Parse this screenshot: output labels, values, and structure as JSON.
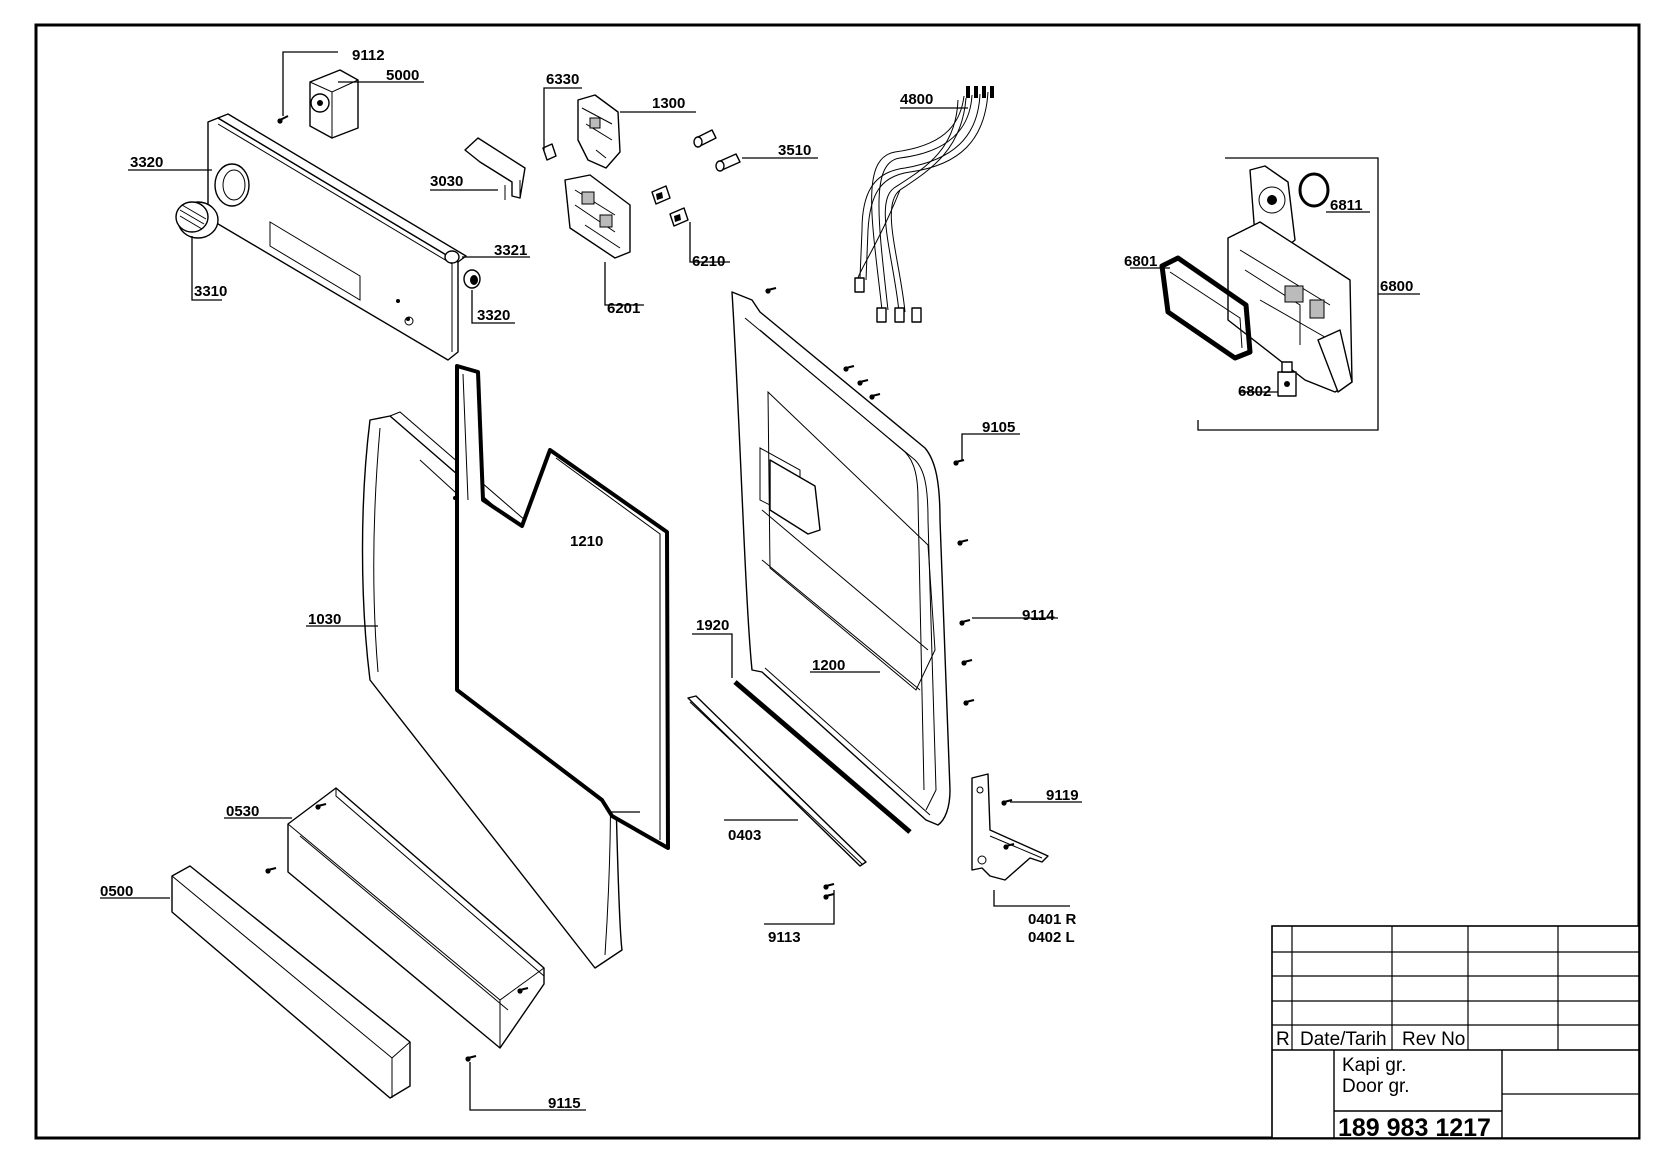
{
  "callouts": [
    {
      "label": "9112"
    },
    {
      "label": "5000"
    },
    {
      "label": "3320"
    },
    {
      "label": "3310"
    },
    {
      "label": "3321"
    },
    {
      "label": "3320"
    },
    {
      "label": "3030"
    },
    {
      "label": "6330"
    },
    {
      "label": "1300"
    },
    {
      "label": "6201"
    },
    {
      "label": "3510"
    },
    {
      "label": "6210"
    },
    {
      "label": "4800"
    },
    {
      "label": "6811"
    },
    {
      "label": "6801"
    },
    {
      "label": "6800"
    },
    {
      "label": "6802"
    },
    {
      "label": "9105"
    },
    {
      "label": "1210"
    },
    {
      "label": "1030"
    },
    {
      "label": "9114"
    },
    {
      "label": "1920"
    },
    {
      "label": "1200"
    },
    {
      "label": "9119"
    },
    {
      "label": "0530"
    },
    {
      "label": "0403"
    },
    {
      "label": "0500"
    },
    {
      "label": "9113"
    },
    {
      "label": "0401 R"
    },
    {
      "label": "0402 L"
    },
    {
      "label": "9115"
    }
  ],
  "title_block": {
    "rev_col": "R",
    "date_col": "Date/Tarih",
    "revno_col": "Rev No",
    "name_tr": "Kapi gr.",
    "name_en": "Door gr.",
    "drawing_no": "189 983 1217"
  }
}
